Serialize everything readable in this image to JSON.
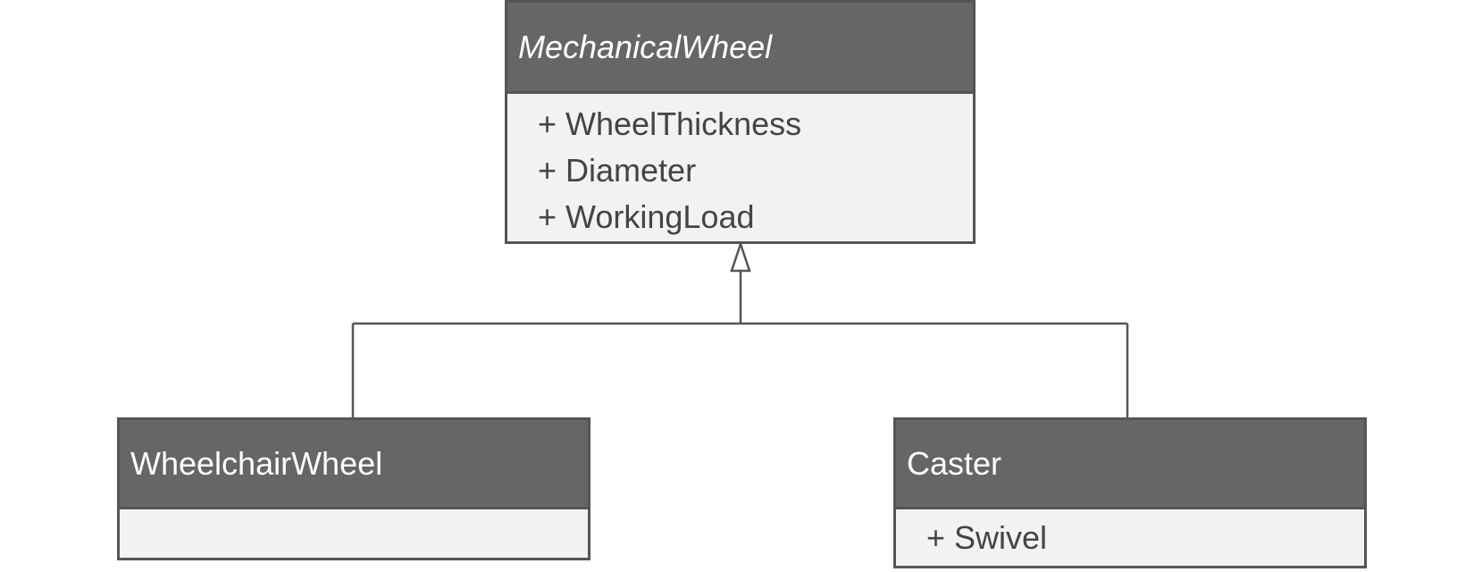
{
  "diagram": {
    "type": "uml-class-inheritance",
    "colors": {
      "header_fill": "#666666",
      "header_text": "#ffffff",
      "body_fill": "#f2f2f2",
      "body_text": "#444444",
      "border": "#555555",
      "connector": "#555555"
    },
    "classes": [
      {
        "id": "mechanical",
        "name": "MechanicalWheel",
        "abstract": true,
        "attributes": [
          "+ WheelThickness",
          "+ Diameter",
          "+ WorkingLoad"
        ]
      },
      {
        "id": "wheelchair",
        "name": "WheelchairWheel",
        "abstract": false,
        "attributes": []
      },
      {
        "id": "caster",
        "name": "Caster",
        "abstract": false,
        "attributes": [
          "+ Swivel"
        ]
      }
    ],
    "relationships": [
      {
        "type": "generalization",
        "from": "WheelchairWheel",
        "to": "MechanicalWheel"
      },
      {
        "type": "generalization",
        "from": "Caster",
        "to": "MechanicalWheel"
      }
    ]
  }
}
